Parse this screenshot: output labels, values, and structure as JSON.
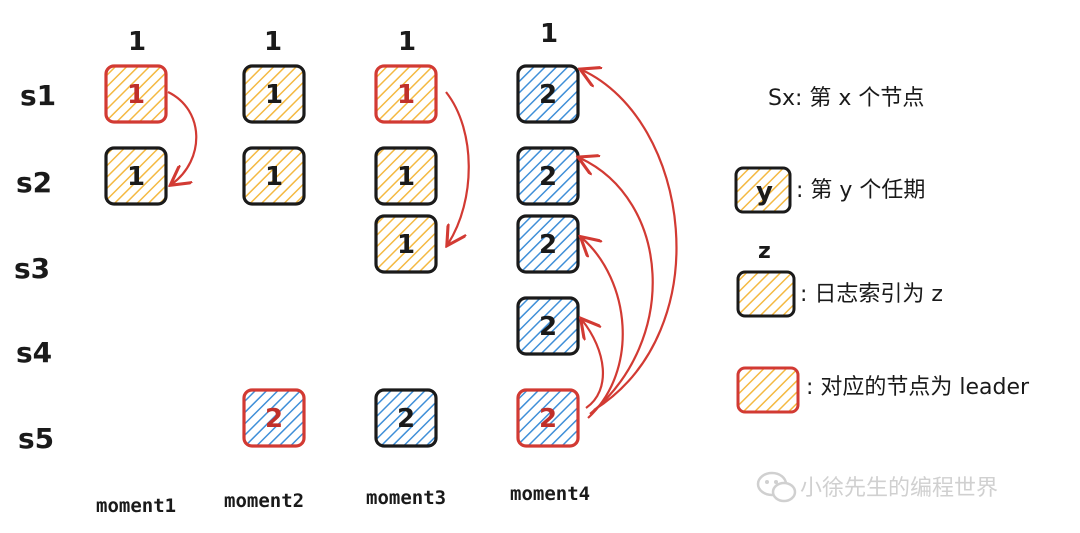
{
  "legend": {
    "node_def": "Sx: 第 x 个节点",
    "term_mark": "y",
    "term_def": ": 第 y 个任期",
    "index_mark": "z",
    "index_def": ": 日志索引为 z",
    "leader_def": ": 对应的节点为 leader"
  },
  "rows": [
    "s1",
    "s2",
    "s3",
    "s4",
    "s5"
  ],
  "columns": [
    {
      "label": "moment1",
      "index": "1",
      "cells": [
        {
          "row": 0,
          "term": "1",
          "style": "yellow",
          "leader": true
        },
        {
          "row": 1,
          "term": "1",
          "style": "yellow",
          "leader": false
        }
      ]
    },
    {
      "label": "moment2",
      "index": "1",
      "cells": [
        {
          "row": 0,
          "term": "1",
          "style": "yellow",
          "leader": false
        },
        {
          "row": 1,
          "term": "1",
          "style": "yellow",
          "leader": false
        },
        {
          "row": 4,
          "term": "2",
          "style": "blue",
          "leader": true
        }
      ]
    },
    {
      "label": "moment3",
      "index": "1",
      "cells": [
        {
          "row": 0,
          "term": "1",
          "style": "yellow",
          "leader": true
        },
        {
          "row": 1,
          "term": "1",
          "style": "yellow",
          "leader": false
        },
        {
          "row": 2,
          "term": "1",
          "style": "yellow",
          "leader": false
        },
        {
          "row": 4,
          "term": "2",
          "style": "blue",
          "leader": false
        }
      ]
    },
    {
      "label": "moment4",
      "index": "1",
      "cells": [
        {
          "row": 0,
          "term": "2",
          "style": "blue",
          "leader": false
        },
        {
          "row": 1,
          "term": "2",
          "style": "blue",
          "leader": false
        },
        {
          "row": 2,
          "term": "2",
          "style": "blue",
          "leader": false
        },
        {
          "row": 3,
          "term": "2",
          "style": "blue",
          "leader": false
        },
        {
          "row": 4,
          "term": "2",
          "style": "blue",
          "leader": true
        }
      ]
    }
  ],
  "arrows": [
    {
      "column": 0,
      "from": 0,
      "to": 1
    },
    {
      "column": 2,
      "from": 0,
      "to": 2
    },
    {
      "column": 3,
      "from": 4,
      "to": 0
    },
    {
      "column": 3,
      "from": 4,
      "to": 1
    },
    {
      "column": 3,
      "from": 4,
      "to": 2
    },
    {
      "column": 3,
      "from": 4,
      "to": 3
    }
  ],
  "watermark": "小徐先生的编程世界",
  "colors": {
    "leader_border": "#d23a33",
    "normal_border": "#1a1a1a",
    "yellow_fill": "#f4b942",
    "blue_fill": "#3f8fd8",
    "arrow": "#d23a33",
    "leader_text": "#c0302a",
    "normal_text": "#1a1a1a"
  }
}
